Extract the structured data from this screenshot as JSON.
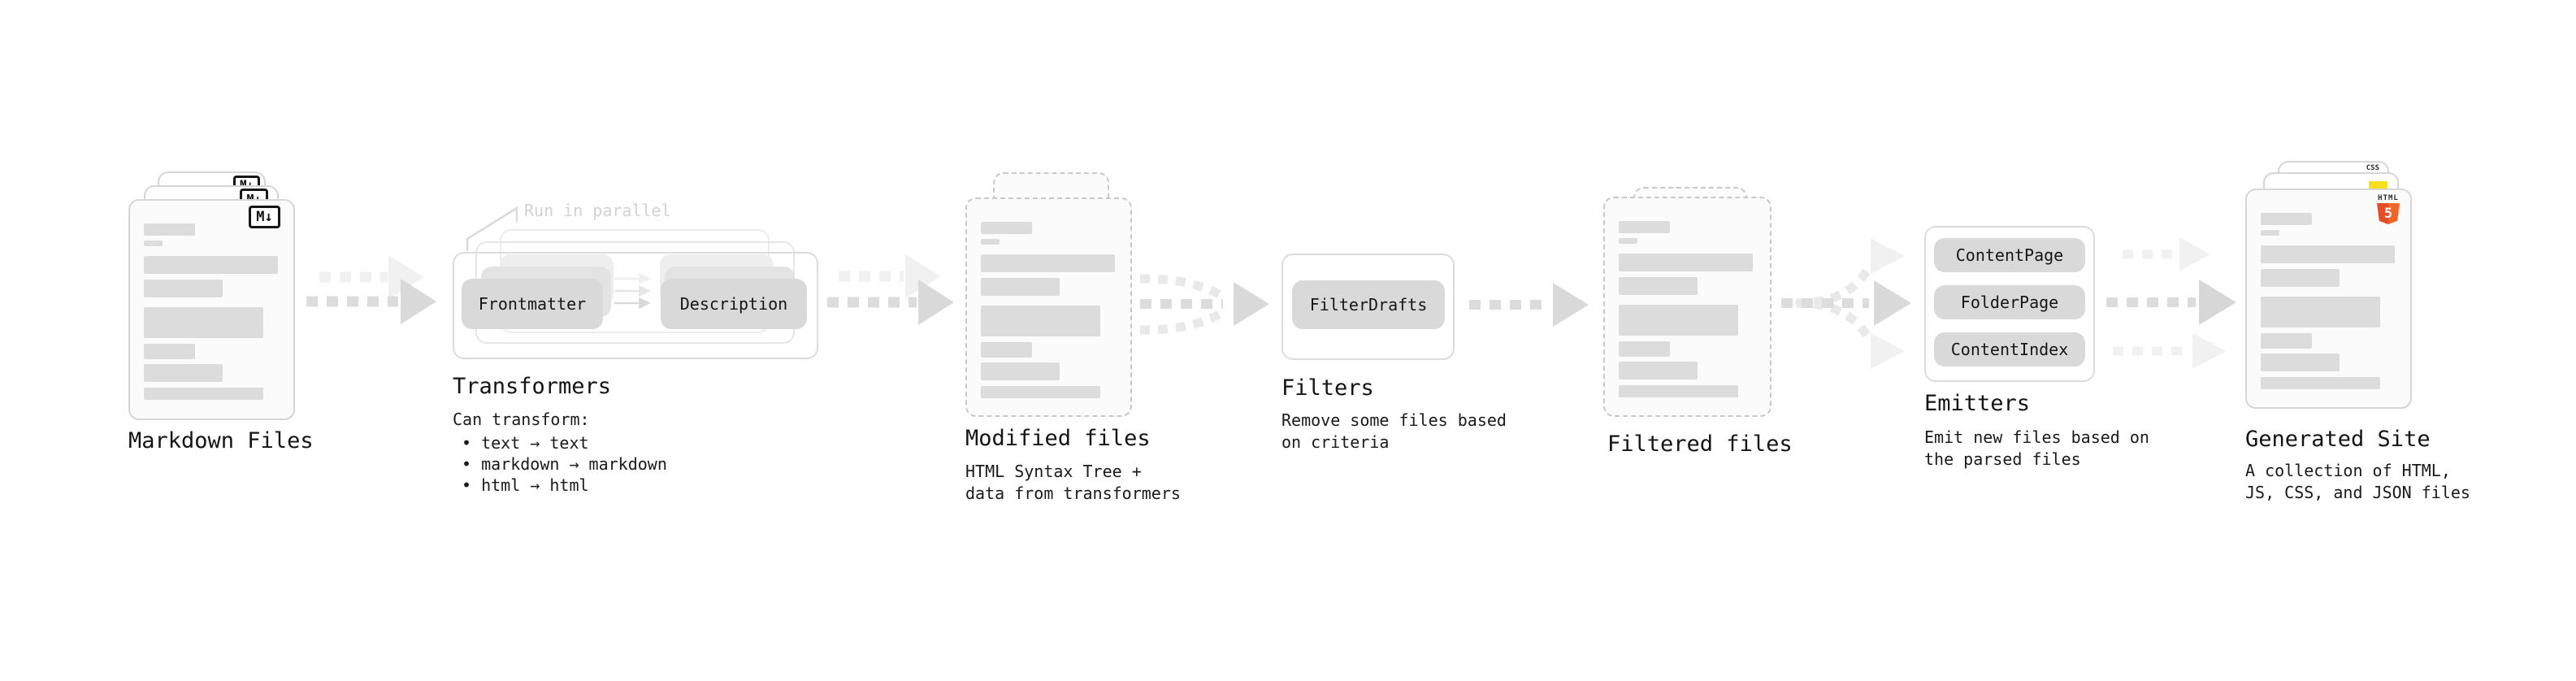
{
  "stages": {
    "markdown_files": {
      "label": "Markdown Files",
      "file_icon": "M↓"
    },
    "transformers": {
      "label": "Transformers",
      "annotation": "Run in parallel",
      "input_pill": "Frontmatter",
      "output_pill": "Description",
      "description_heading": "Can transform:",
      "bullets": [
        "• text → text",
        "• markdown → markdown",
        "• html → html"
      ]
    },
    "modified_files": {
      "label": "Modified files",
      "description": "HTML Syntax Tree +\ndata from transformers"
    },
    "filters": {
      "label": "Filters",
      "pill": "FilterDrafts",
      "description": "Remove some files based\non criteria"
    },
    "filtered_files": {
      "label": "Filtered files"
    },
    "emitters": {
      "label": "Emitters",
      "pills": [
        "ContentPage",
        "FolderPage",
        "ContentIndex"
      ],
      "description": "Emit new files based on\nthe parsed files"
    },
    "generated_site": {
      "label": "Generated Site",
      "description": "A collection of HTML,\nJS, CSS, and JSON files",
      "html_icon_label": "HTML",
      "html_icon_number": "5",
      "css_icon_label": "CSS"
    }
  },
  "colors": {
    "html5_orange": "#e44d26",
    "js_yellow": "#f7df1e",
    "css_blue": "#2962ff",
    "arrow_gray": "#dcdcdc",
    "arrow_light": "#f0f0f0"
  }
}
